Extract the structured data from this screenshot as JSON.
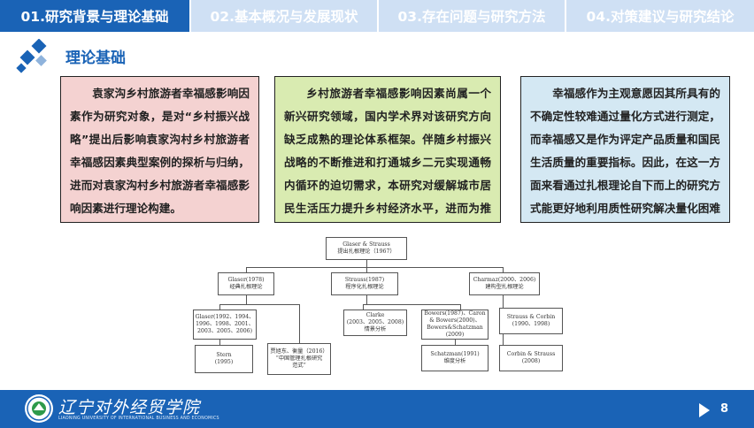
{
  "tabs": [
    {
      "label": "01.研究背景与理论基础",
      "active": true
    },
    {
      "label": "02.基本概况与发展现状",
      "active": false
    },
    {
      "label": "03.存在问题与研究方法",
      "active": false
    },
    {
      "label": "04.对策建议与研究结论",
      "active": false
    }
  ],
  "section": {
    "title": "理论基础",
    "icon": "diamond-cluster-icon"
  },
  "boxes": [
    {
      "text": "袁家沟乡村旅游者幸福感影响因素作为研究对象，是对“乡村振兴战略”提出后影响袁家沟村乡村旅游者幸福感因素典型案例的探析与归纳，进而对袁家沟村乡村旅游者幸福感影响因素进行理论构建。",
      "color": "#f4d2d1"
    },
    {
      "text": "乡村旅游者幸福感影响因素尚属一个新兴研究领域，国内学术界对该研究方向缺乏成熟的理论体系框架。伴随乡村振兴战略的不断推进和打通城乡二元实现通畅内循环的迫切需求，本研究对缓解城市居民生活压力提升乡村经济水平，进而为推动国民幸福感提升缓解社会压力具有重要作用。",
      "color": "#d9ebb1"
    },
    {
      "text": "幸福感作为主观意愿因其所具有的不确定性较难通过量化方式进行测定，而幸福感又是作为评定产品质量和国民生活质量的重要指标。因此，在这一方面来看通过扎根理论自下而上的研究方式能更好地利用质性研究解决量化困难的问题",
      "color": "#d4e8f3"
    }
  ],
  "diagram": {
    "root": {
      "line1": "Glaser & Strauss",
      "line2": "提出扎根理论（1967）"
    },
    "branches": {
      "glaser": {
        "line1": "Glaser(1978)",
        "line2": "经典扎根理论"
      },
      "strauss": {
        "line1": "Strauss(1987)",
        "line2": "程序化扎根理论"
      },
      "charmaz": {
        "line1": "Charmaz(2000、2006)",
        "line2": "建构型扎根理论"
      }
    },
    "leaves": {
      "glaser_years": {
        "line1": "Glaser(1992、1994、",
        "line2": "1996、1998、2001、",
        "line3": "2003、2005、2006)"
      },
      "stern": {
        "line1": "Stern",
        "line2": "(1995)"
      },
      "jia": {
        "line1": "贾旭东、衡量（2016）",
        "line2": "“中国管理扎根研究",
        "line3": "范式”"
      },
      "clarke": {
        "line1": "Clarke",
        "line2": "(2003、2005、2008)",
        "line3": "情景分析"
      },
      "bowers": {
        "line1": "Bowers(1987)、Caron",
        "line2": "& Bowers(2000)、",
        "line3": "Bowers&Schatzman",
        "line4": "(2009)"
      },
      "strauss_corbin": {
        "line1": "Strauss & Corbin",
        "line2": "(1990、1998)"
      },
      "schatzman": {
        "line1": "Schatzman(1991)",
        "line2": "维度分析"
      },
      "corbin_strauss": {
        "line1": "Corbin & Strauss",
        "line2": "(2008)"
      }
    }
  },
  "footer": {
    "university_cn": "辽宁对外经贸学院",
    "university_en": "LIAONING UNIVERSITY OF INTERNATIONAL BUSINESS AND ECONOMICS",
    "page_number": "8"
  },
  "colors": {
    "primary": "#1a63b6",
    "tab_inactive": "#cfe0f4"
  }
}
